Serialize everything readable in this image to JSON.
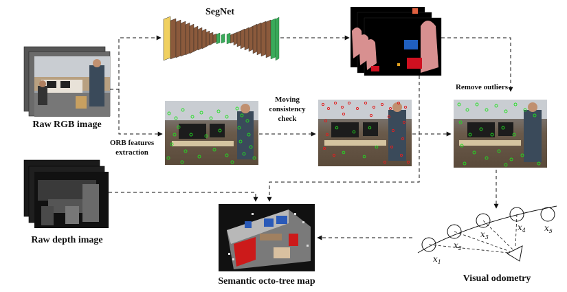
{
  "title": "SegNet",
  "labels": {
    "raw_rgb": "Raw RGB image",
    "raw_depth": "Raw depth image",
    "orb_line1": "ORB features",
    "orb_line2": "extraction",
    "moving_line1": "Moving",
    "moving_line2": "consistency",
    "moving_line3": "check",
    "remove_outliers": "Remove outliers",
    "octo_tree": "Semantic octo-tree map",
    "visual_odometry": "Visual odometry"
  },
  "odometry": {
    "poses": [
      {
        "base": "x",
        "sub": "1"
      },
      {
        "base": "x",
        "sub": "2"
      },
      {
        "base": "x",
        "sub": "3"
      },
      {
        "base": "x",
        "sub": "4"
      },
      {
        "base": "x",
        "sub": "5"
      }
    ]
  },
  "colors": {
    "segnet_encoder": "#f0d060",
    "segnet_layer": "#8b5a3c",
    "segnet_decoder": "#3aaa5a",
    "segmentation_person": "#d89090",
    "segmentation_monitor": "#2060c0",
    "segmentation_chair": "#d01020",
    "feature_point": "#20e020",
    "outlier_point": "#e02020"
  }
}
